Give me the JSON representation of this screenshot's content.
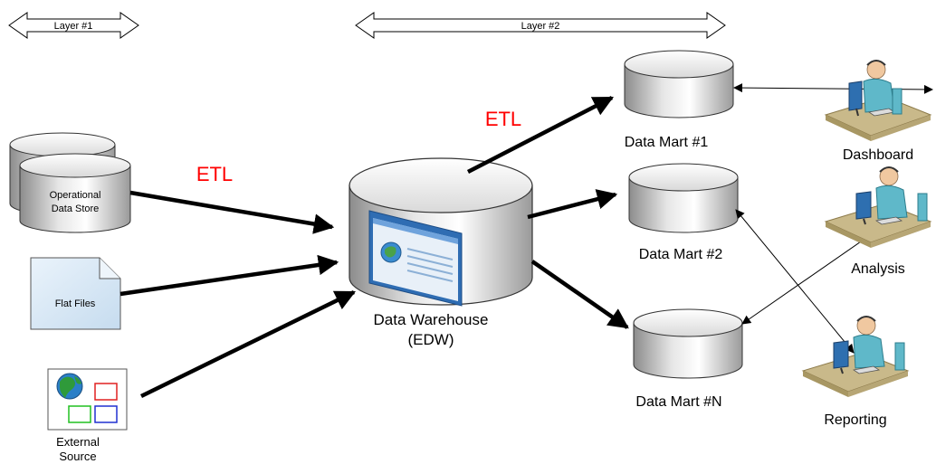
{
  "layers": {
    "layer1": "Layer #1",
    "layer2": "Layer #2"
  },
  "etl_labels": {
    "sources_to_edw": "ETL",
    "edw_to_marts": "ETL",
    "color": "#ff0000"
  },
  "sources": {
    "operational": {
      "line1": "Operational",
      "line2": "Data Store"
    },
    "flat_files": "Flat Files",
    "external": {
      "line1": "External",
      "line2": "Source"
    }
  },
  "warehouse": {
    "line1": "Data Warehouse",
    "line2": "(EDW)"
  },
  "marts": {
    "mart1": "Data Mart #1",
    "mart2": "Data Mart #2",
    "martN": "Data Mart #N"
  },
  "consumers": {
    "dashboard": "Dashboard",
    "analysis": "Analysis",
    "reporting": "Reporting"
  },
  "colors": {
    "cylinder_light": "#f2f2f2",
    "cylinder_dark": "#a6a6a6",
    "flat_file": "#dbe9f5",
    "desk": "#c9b98a",
    "person": "#5fb8c9",
    "screen": "#2e6fb0"
  }
}
